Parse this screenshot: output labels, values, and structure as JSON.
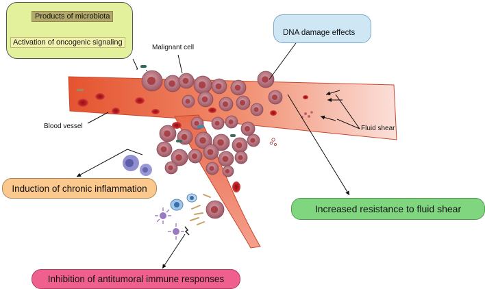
{
  "microbiota_box": {
    "products_label": "Products of microbiota",
    "activation_label": "Activation of oncogenic signaling"
  },
  "labels": {
    "dna_damage": "DNA damage effects",
    "malignant_cell": "Malignant cell",
    "blood_vessel": "Blood vessel",
    "fluid_shear": "Fluid shear"
  },
  "outcomes": {
    "inflammation": "Induction of chronic inflammation",
    "fluid_shear_resistance": "Increased resistance to fluid shear",
    "immune_inhibition": "Inhibition of antitumoral immune responses"
  },
  "colors": {
    "microbiota_box": "#e3f09c",
    "microbiota_inner": "#b3a96b",
    "dna_box": "#cfe6f5",
    "inflammation_box": "#fbc98d",
    "fluid_shear_box": "#7fd67f",
    "immune_box": "#f0608e",
    "vessel": "#e8603f",
    "tumor_cell": "#b8727f",
    "rbc": "#c1272d"
  }
}
